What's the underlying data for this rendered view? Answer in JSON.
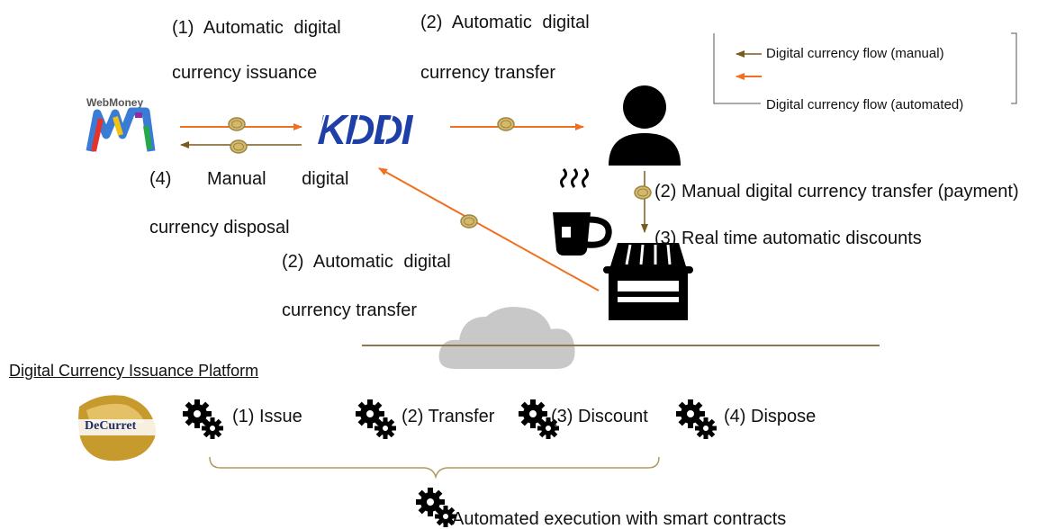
{
  "flow_labels": {
    "issuance_line1": "(1) Automatic digital",
    "issuance_line2": "currency issuance",
    "transfer_top_line1": "(2) Automatic digital",
    "transfer_top_line2": "currency transfer",
    "disposal_line1": "(4) Manual digital",
    "disposal_line2": "currency disposal",
    "transfer_bottom_line1": "(2) Automatic digital",
    "transfer_bottom_line2": "currency transfer",
    "payment": "(2) Manual digital currency transfer (payment)",
    "discounts": "(3) Real time automatic discounts"
  },
  "legend": {
    "manual": "Digital currency flow (manual)",
    "automated": "Digital currency flow (automated)"
  },
  "logos": {
    "webmoney": "WebMoney",
    "kddi": "KDDI",
    "decurret": "DeCurret"
  },
  "platform": {
    "title": "Digital Currency Issuance Platform",
    "steps": [
      "(1) Issue",
      "(2) Transfer",
      "(3) Discount",
      "(4) Dispose"
    ],
    "footer": "Automated execution with smart contracts"
  },
  "colors": {
    "automated_flow": "#f07020",
    "manual_flow": "#7a5a1e",
    "coin": "#d4b96a",
    "divider": "#8a7a50",
    "cloud": "#c8c8c8",
    "icon": "#000000"
  },
  "icons": [
    "person-icon",
    "coffee-cup-icon",
    "shop-icon",
    "cloud-icon",
    "gear-icon",
    "coin-icon"
  ]
}
